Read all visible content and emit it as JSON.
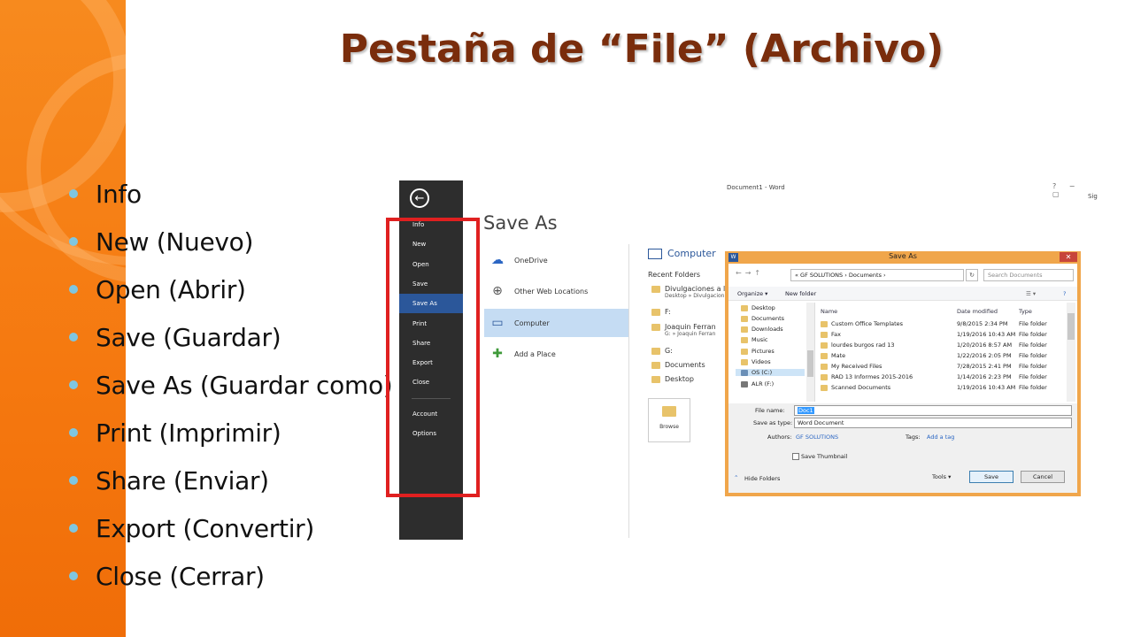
{
  "slide": {
    "title": "Pestaña de “File” (Archivo)",
    "bullets": [
      "Info",
      "New (Nuevo)",
      "Open (Abrir)",
      "Save (Guardar)",
      "Save As (Guardar como)",
      "Print (Imprimir)",
      "Share (Enviar)",
      "Export (Convertir)",
      "Close (Cerrar)"
    ],
    "accent_color": "#f5780f",
    "title_color": "#7a2d0c",
    "highlight_color": "#e02020"
  },
  "word": {
    "window_title": "Document1 - Word",
    "window_controls": "? − ▢",
    "sign_in_partial": "Sig",
    "backstage": {
      "items": [
        "Info",
        "New",
        "Open",
        "Save",
        "Save As",
        "Print",
        "Share",
        "Export",
        "Close"
      ],
      "bottom_items": [
        "Account",
        "Options"
      ],
      "active": "Save As"
    },
    "saveas_heading": "Save As",
    "places": [
      {
        "label": "OneDrive",
        "icon": "cloud-icon"
      },
      {
        "label": "Other Web Locations",
        "icon": "globe-icon"
      },
      {
        "label": "Computer",
        "icon": "computer-icon"
      },
      {
        "label": "Add a Place",
        "icon": "plus-icon"
      }
    ],
    "selected_place": "Computer",
    "computer_heading": "Computer",
    "recent_folders_heading": "Recent Folders",
    "recent_folders": [
      {
        "name": "Divulgaciones a la",
        "path": "Desktop » Divulgacion"
      },
      {
        "name": "F:",
        "path": ""
      },
      {
        "name": "Joaquin Ferran",
        "path": "G: » Joaquin Ferran"
      },
      {
        "name": "G:",
        "path": ""
      },
      {
        "name": "Documents",
        "path": ""
      },
      {
        "name": "Desktop",
        "path": ""
      }
    ],
    "browse_label": "Browse"
  },
  "dialog": {
    "title": "Save As",
    "close": "✕",
    "address": "« GF SOLUTIONS › Documents ›",
    "search_placeholder": "Search Documents",
    "organize": "Organize ▾",
    "new_folder": "New folder",
    "tree": [
      "Desktop",
      "Documents",
      "Downloads",
      "Music",
      "Pictures",
      "Videos",
      "OS (C:)",
      "ALR (F:)"
    ],
    "columns": [
      "Name",
      "Date modified",
      "Type"
    ],
    "files": [
      {
        "name": "Custom Office Templates",
        "date": "9/8/2015 2:34 PM",
        "type": "File folder"
      },
      {
        "name": "Fax",
        "date": "1/19/2016 10:43 AM",
        "type": "File folder"
      },
      {
        "name": "lourdes burgos rad 13",
        "date": "1/20/2016 8:57 AM",
        "type": "File folder"
      },
      {
        "name": "Mate",
        "date": "1/22/2016 2:05 PM",
        "type": "File folder"
      },
      {
        "name": "My Received Files",
        "date": "7/28/2015 2:41 PM",
        "type": "File folder"
      },
      {
        "name": "RAD 13 Informes 2015-2016",
        "date": "1/14/2016 2:23 PM",
        "type": "File folder"
      },
      {
        "name": "Scanned Documents",
        "date": "1/19/2016 10:43 AM",
        "type": "File folder"
      }
    ],
    "file_name_label": "File name:",
    "file_name_value": "Doc1",
    "save_type_label": "Save as type:",
    "save_type_value": "Word Document",
    "authors_label": "Authors:",
    "authors_value": "GF SOLUTIONS",
    "tags_label": "Tags:",
    "tags_value": "Add a tag",
    "thumbnail_label": "Save Thumbnail",
    "hide_folders": "Hide Folders",
    "tools": "Tools ▾",
    "save": "Save",
    "cancel": "Cancel"
  }
}
